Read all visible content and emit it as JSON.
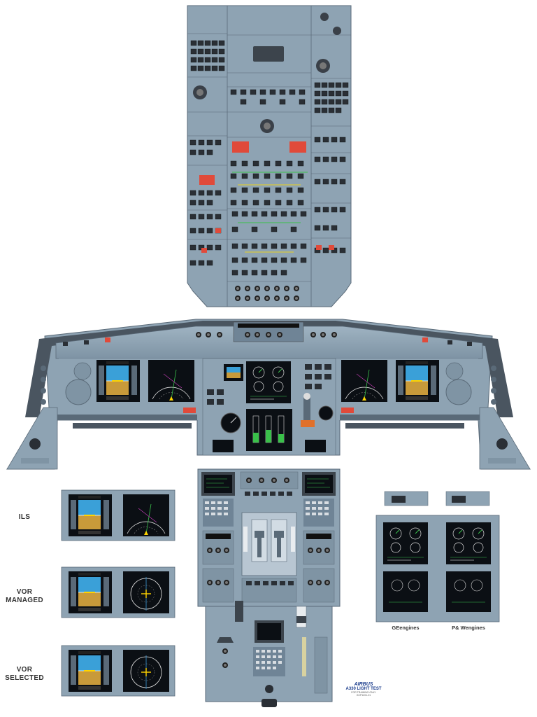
{
  "labels": {
    "ils": "ILS",
    "vor_managed_1": "VOR",
    "vor_managed_2": "MANAGED",
    "vor_selected_1": "VOR",
    "vor_selected_2": "SELECTED",
    "ge_engines": "GEengines",
    "pw_engines": "P& Wengines"
  },
  "logo": {
    "brand": "AIRBUS",
    "title": "A330 LIGHT TEST",
    "sub1": "FOR TRAINING ONLY",
    "sub2": "GCP1201-01"
  },
  "colors": {
    "panel": "#8ea3b3",
    "panel_dark": "#6b7f90",
    "frame": "#4a5560",
    "screen": "#0b0f14",
    "warning": "#e04a3a",
    "sky": "#3aa0d8",
    "ground": "#c89a3a"
  }
}
